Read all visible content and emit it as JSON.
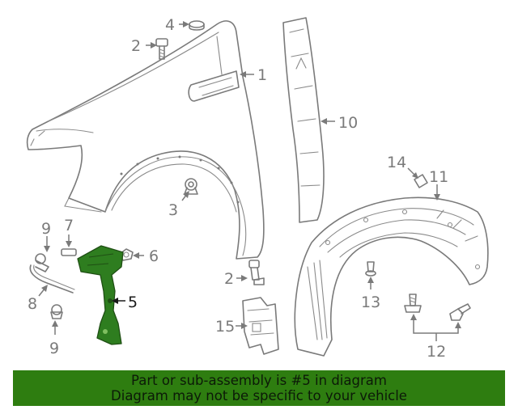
{
  "diagram": {
    "callouts": {
      "c1": "1",
      "c2a": "2",
      "c2b": "2",
      "c3": "3",
      "c4": "4",
      "c5": "5",
      "c6": "6",
      "c7": "7",
      "c8": "8",
      "c9a": "9",
      "c9b": "9",
      "c10": "10",
      "c11": "11",
      "c12": "12",
      "c13": "13",
      "c14": "14",
      "c15": "15"
    },
    "highlight_color": "#2e7d1f"
  },
  "banner": {
    "line1": "Part or sub-assembly is #5 in diagram",
    "line2": "Diagram may not be specific to your vehicle",
    "background": "#2e7d10"
  }
}
